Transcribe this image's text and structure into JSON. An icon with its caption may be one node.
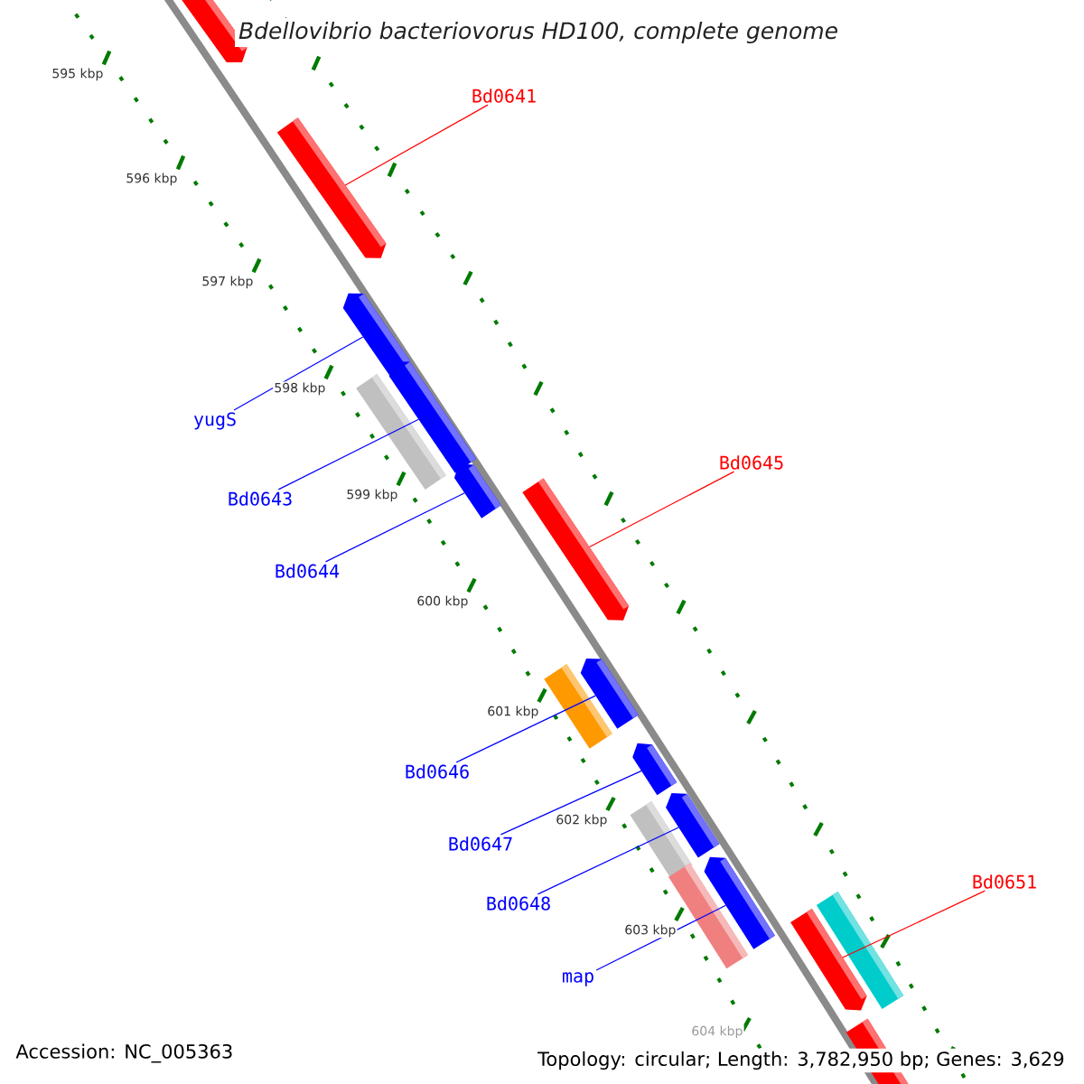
{
  "diagram": {
    "title": "Bdellovibrio bacteriovorus HD100, complete genome",
    "nodes": [
      {
        "text": [
          "Bd0641"
        ]
      },
      {
        "text": [],
        "shape": "bar"
      },
      {
        "text": [
          "yugS"
        ]
      },
      {
        "text": [],
        "shape": "bar"
      },
      {
        "text": [
          "Bd0645"
        ]
      },
      {
        "text": [],
        "shape": "bar"
      },
      {
        "text": [
          "Bd0643"
        ]
      },
      {
        "text": [],
        "shape": "bar"
      },
      {
        "text": [
          "Bd0644"
        ]
      },
      {
        "text": [],
        "shape": "bar"
      },
      {
        "text": [
          "Bd0646"
        ]
      },
      {
        "text": [],
        "shape": "bar"
      },
      {
        "text": [
          "Bd0647"
        ]
      },
      {
        "text": [],
        "shape": "bar"
      },
      {
        "text": [
          "Bd0651"
        ]
      },
      {
        "text": [],
        "shape": "bar"
      },
      {
        "text": [
          "Bd0648"
        ]
      },
      {
        "text": [],
        "shape": "bar"
      },
      {
        "text": [
          "map"
        ]
      },
      {
        "text": [],
        "shape": "bar"
      }
    ],
    "edges": [
      {
        "from": 0,
        "to": 1,
        "arrow": "none",
        "color": "#ff0000"
      },
      {
        "from": 2,
        "to": 3,
        "arrow": "none"
      },
      {
        "from": 4,
        "to": 5,
        "arrow": "none",
        "color": "#ff0000"
      },
      {
        "from": 6,
        "to": 7,
        "arrow": "none"
      },
      {
        "from": 8,
        "to": 9,
        "arrow": "none"
      },
      {
        "from": 10,
        "to": 11,
        "arrow": "none"
      },
      {
        "from": 12,
        "to": 13,
        "arrow": "none"
      },
      {
        "from": 14,
        "to": 15,
        "arrow": "none",
        "color": "#ff0000"
      },
      {
        "from": 16,
        "to": 17,
        "arrow": "none"
      },
      {
        "from": 18,
        "to": 19,
        "arrow": "none"
      }
    ],
    "labels": [
      "595 kbp",
      "596 kbp",
      "597 kbp",
      "598 kbp",
      "599 kbp",
      "600 kbp",
      "601 kbp",
      "602 kbp",
      "603 kbp",
      "604 kbp",
      "Accession: NC_005363",
      "Topology: circular; Length: 3,782,950 bp; Genes: 3,629"
    ]
  }
}
